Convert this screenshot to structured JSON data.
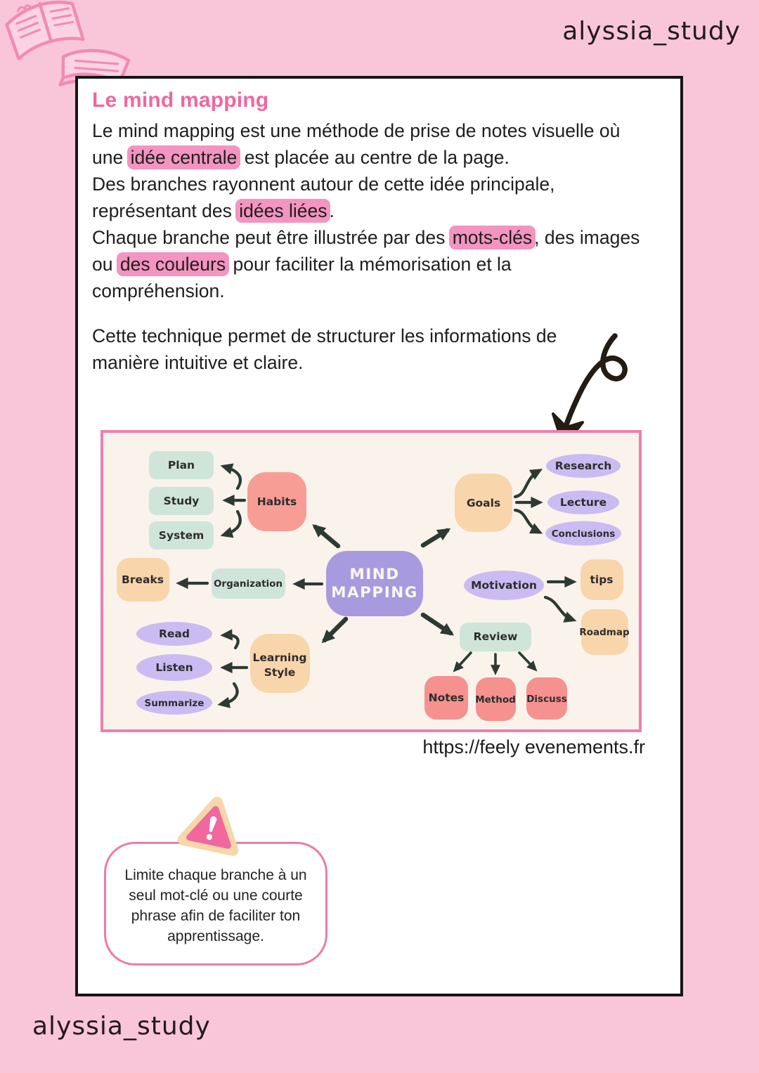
{
  "page": {
    "handle_top": "alyssia_study",
    "handle_bottom": "alyssia_study",
    "colors": {
      "page_bg": "#f9c6d9",
      "card_border": "#161616",
      "title_pink": "#f0679f",
      "highlight_pink": "#f494c0",
      "frame_border": "#ef7fad",
      "frame_bg": "#faf3ec",
      "mint": "#cfe5da",
      "salmon": "#f79d96",
      "coral": "#f5918f",
      "peach": "#f9d5ab",
      "purple": "#a89ade",
      "lavender": "#cabcf2",
      "arrow_ink": "#2c3a32",
      "callout_border": "#ec7ba9",
      "warning_pink": "#f2679e",
      "warning_cream": "#f6d7a9"
    }
  },
  "card": {
    "title": "Le mind mapping",
    "body": {
      "l1": {
        "a": "Le mind mapping est une méthode de prise de notes visuelle où"
      },
      "l2": {
        "a": "une ",
        "b": "idée centrale",
        "c": " est placée au centre de la page."
      },
      "l3": {
        "a": "Des branches rayonnent autour de cette idée principale,"
      },
      "l4": {
        "a": "représentant des ",
        "b": "idées liées",
        "c": "."
      },
      "l5": {
        "a": "Chaque branche peut être illustrée par des ",
        "b": "mots-clés",
        "c": ", des images"
      },
      "l6": {
        "a": "ou ",
        "b": "des couleurs",
        "c": " pour faciliter la mémorisation et la"
      },
      "l7": {
        "a": "compréhension."
      },
      "l8": {
        "a": "Cette technique permet de structurer les informations de"
      },
      "l9": {
        "a": "manière intuitive et claire."
      }
    },
    "source_url": "https://feely evenements.fr",
    "tip_text": "Limite chaque branche à un seul mot-clé ou une courte phrase afin de faciliter ton apprentissage."
  },
  "mindmap": {
    "center": {
      "line1": "MIND",
      "line2": "MAPPING"
    },
    "nodes": {
      "plan": "Plan",
      "study": "Study",
      "system": "System",
      "habits": "Habits",
      "breaks": "Breaks",
      "organization": "Organization",
      "goals": "Goals",
      "research": "Research",
      "lecture": "Lecture",
      "conclusions": "Conclusions",
      "motivation": "Motivation",
      "tips": "tips",
      "roadmap": "Roadmap",
      "review": "Review",
      "notes": "Notes",
      "method": "Method",
      "discuss": "Discuss",
      "read": "Read",
      "listen": "Listen",
      "summarize": "Summarize",
      "learning_line1": "Learning",
      "learning_line2": "Style"
    }
  }
}
